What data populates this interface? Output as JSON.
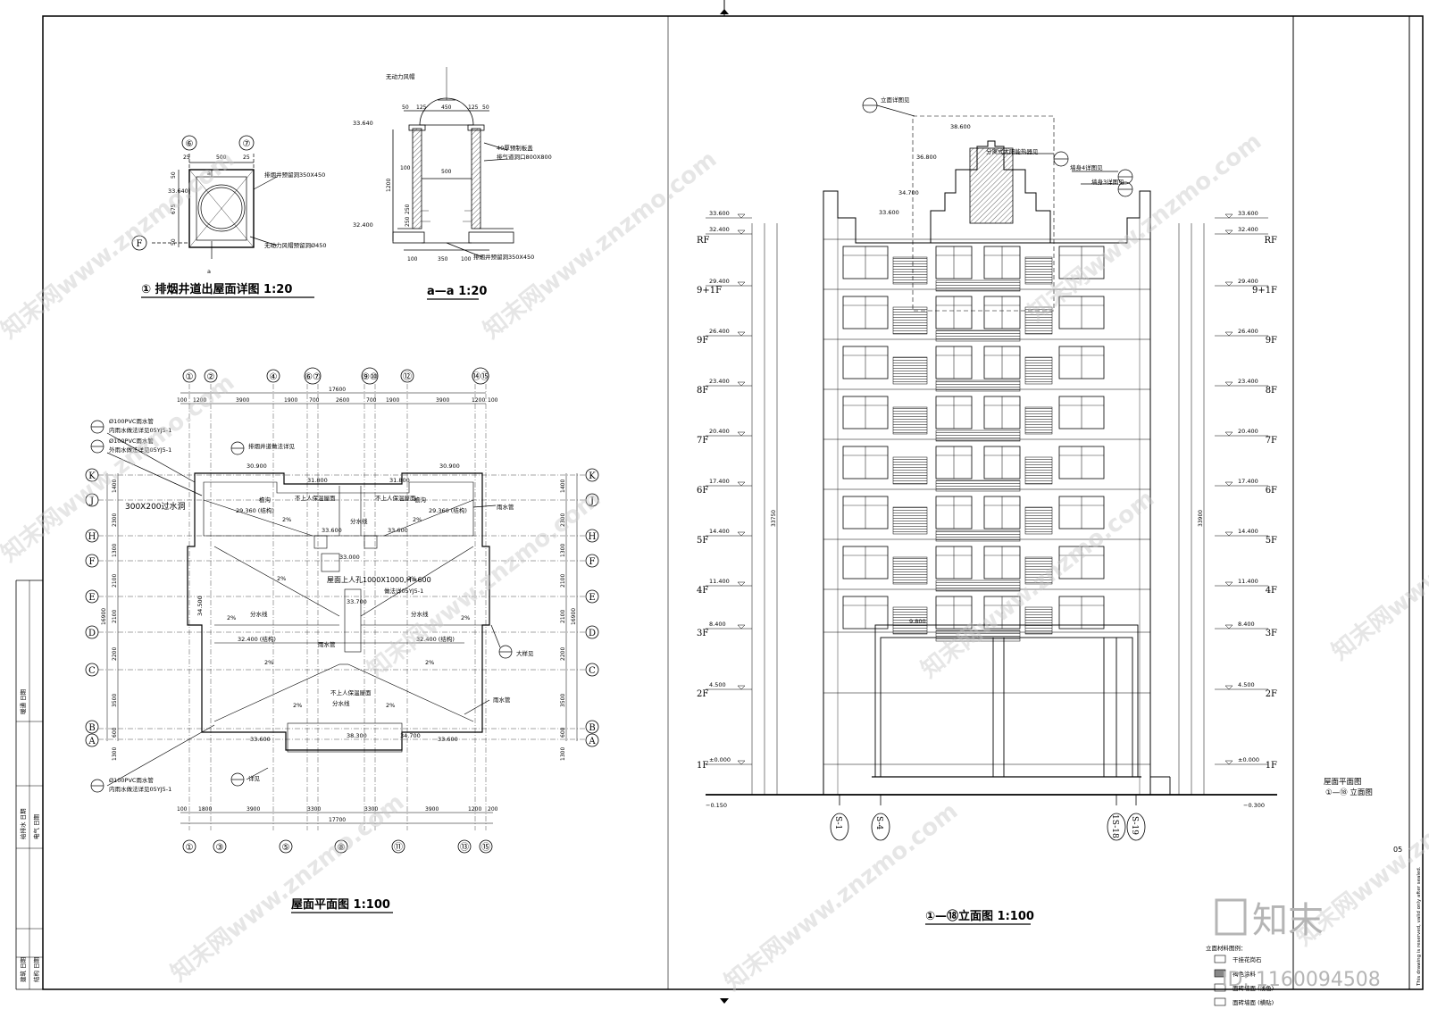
{
  "titles": {
    "detail": "① 排烟井道出屋面详图 1:20",
    "section": "a—a 1:20",
    "roof_plan": "屋面平面图 1:100",
    "elevation": "①—⑱立面图 1:100"
  },
  "detail": {
    "axes": [
      "⑥",
      "⑦",
      "F"
    ],
    "dims": [
      "25",
      "500",
      "25",
      "50",
      "675",
      "50"
    ],
    "level": "33.640",
    "cut": "a",
    "notes": [
      "排烟井预留洞350X450",
      "无动力风帽预留洞Ø450"
    ]
  },
  "section": {
    "dims_top": [
      "50",
      "125",
      "450",
      "125",
      "50"
    ],
    "dims_bot": [
      "100",
      "350",
      "100"
    ],
    "mid_dims": [
      "100",
      "500",
      "1200",
      "250",
      "250"
    ],
    "levels": [
      "33.640",
      "32.400"
    ],
    "notes": [
      "无动力风帽",
      "40厚预制板盖",
      "排气道洞口800X800",
      "排烟井预留洞350X450"
    ]
  },
  "roof_plan": {
    "axes_top": [
      "①",
      "②",
      "④",
      "⑥⑦",
      "⑨⑩",
      "⑫",
      "⑭⑮"
    ],
    "axes_bottom": [
      "①",
      "③",
      "⑤",
      "⑧",
      "⑪",
      "⑬",
      "⑮"
    ],
    "axes_side": [
      "K",
      "J",
      "H",
      "F",
      "E",
      "D",
      "C",
      "B",
      "A"
    ],
    "top_total": "17600",
    "top_dims": [
      "100",
      "1200",
      "3900",
      "1900",
      "700",
      "2600",
      "700",
      "1900",
      "3900",
      "1200",
      "100"
    ],
    "bottom_total": "17700",
    "bottom_dims": [
      "100",
      "1800",
      "3900",
      "3300",
      "3300",
      "3900",
      "1200",
      "200"
    ],
    "side_total": "16900",
    "side_dims": [
      "1400",
      "2300",
      "1300",
      "2100",
      "2100",
      "2200",
      "3500",
      "600",
      "1300"
    ],
    "notes": [
      "Ø100PVC雨水管",
      "内雨水做法详见05YJ5-1",
      "外雨水做法详见05YJ5-1",
      "300X200过水洞",
      "排烟井道做法详见",
      "雨水管",
      "屋面上人孔1000X1000,H=600",
      "做法详05YJ5-1",
      "不上人保温屋面",
      "分水线",
      "檐沟",
      "详见",
      "大样见"
    ],
    "levels": [
      "30.900",
      "31.800",
      "29.360 (结构)",
      "33.600",
      "33.000",
      "32.400 (结构)",
      "38.300",
      "34.700",
      "34.500",
      "33.700"
    ],
    "slope": "2%"
  },
  "elevation": {
    "floors": [
      "RF",
      "9+1F",
      "9F",
      "8F",
      "7F",
      "6F",
      "5F",
      "4F",
      "3F",
      "2F",
      "1F"
    ],
    "levels": [
      "33.600",
      "32.400",
      "29.400",
      "26.400",
      "23.400",
      "20.400",
      "17.400",
      "14.400",
      "11.400",
      "8.400",
      "4.500",
      "±0.000"
    ],
    "ground_left": "−0.150",
    "ground_right": "−0.300",
    "top_levels": [
      "38.600",
      "36.800",
      "34.700",
      "33.600"
    ],
    "axes": [
      "S-1",
      "S-4",
      "1S-18",
      "S-19"
    ],
    "total_left": "33750",
    "total_right": "33900",
    "notes": [
      "立面详图见",
      "分离式太阳能热器见",
      "墙身4详图见",
      "墙身3详图见"
    ],
    "canopy_level": "9.800",
    "legend_title": "立面材料图例：",
    "legend": [
      "干挂花岗石",
      "褐色涂料",
      "面砖墙面 (浅色)",
      "面砖墙面 (横贴)"
    ]
  },
  "sheet": {
    "caption_1": "屋面平面图",
    "caption_2": "①—⑱ 立面图",
    "sheet_no": "05",
    "rotated_note": "This drawing is reserved, valid only after sealed.",
    "stamp_rows": [
      "建筑 日期",
      "结构 日期",
      "给排水 日期",
      "电气 日期",
      "暖通 日期"
    ],
    "watermark": "知末网www.znzmo.com",
    "logo": "知末",
    "id_label": "ID: 1160094508"
  },
  "colors": {
    "line": "#000000",
    "watermark": "#c9c9c9"
  }
}
